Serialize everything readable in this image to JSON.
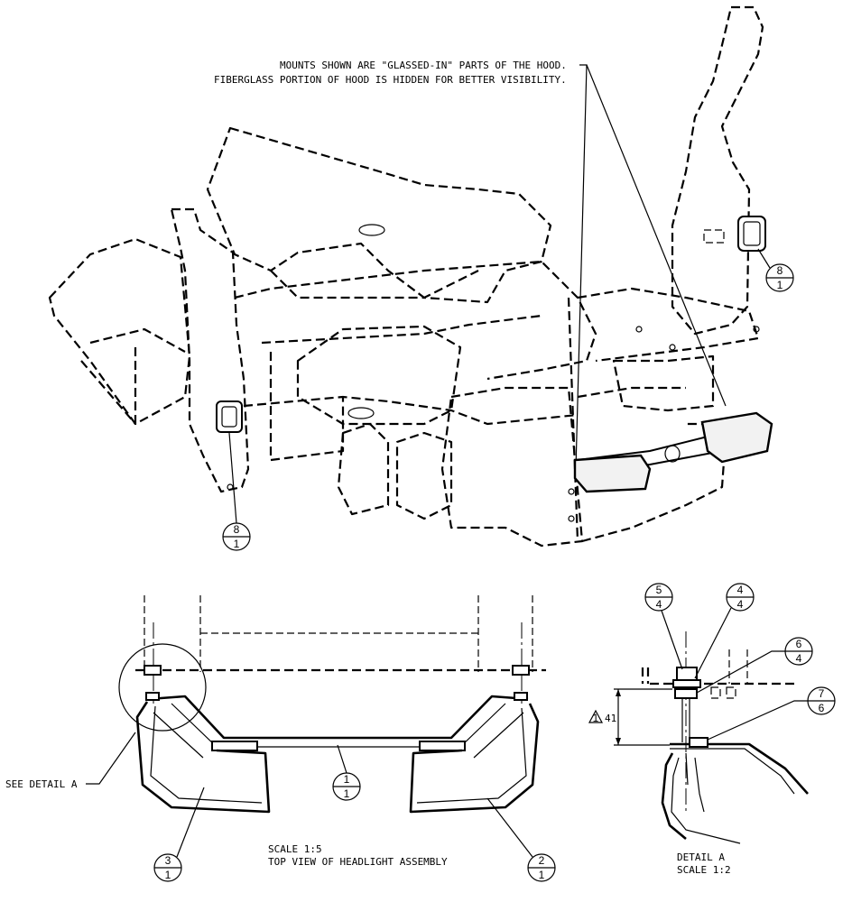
{
  "notes": {
    "mounts_line1": "MOUNTS SHOWN ARE \"GLASSED-IN\" PARTS OF THE HOOD.",
    "mounts_line2": "FIBERGLASS PORTION OF HOOD IS HIDDEN FOR BETTER VISIBILITY."
  },
  "labels": {
    "see_detail": "SEE DETAIL  A",
    "top_scale": "SCALE  1:5",
    "top_title": "TOP VIEW OF HEADLIGHT ASSEMBLY",
    "detail_title": "DETAIL  A",
    "detail_scale": "SCALE  1:2",
    "dimension": "41"
  },
  "balloons": {
    "mount_right": {
      "top": "8",
      "bottom": "1"
    },
    "mount_left": {
      "top": "8",
      "bottom": "1"
    },
    "item1": {
      "top": "1",
      "bottom": "1"
    },
    "item2": {
      "top": "2",
      "bottom": "1"
    },
    "item3": {
      "top": "3",
      "bottom": "1"
    },
    "item5": {
      "top": "5",
      "bottom": "4"
    },
    "item4": {
      "top": "4",
      "bottom": "4"
    },
    "item6": {
      "top": "6",
      "bottom": "4"
    },
    "item7": {
      "top": "7",
      "bottom": "6"
    }
  }
}
